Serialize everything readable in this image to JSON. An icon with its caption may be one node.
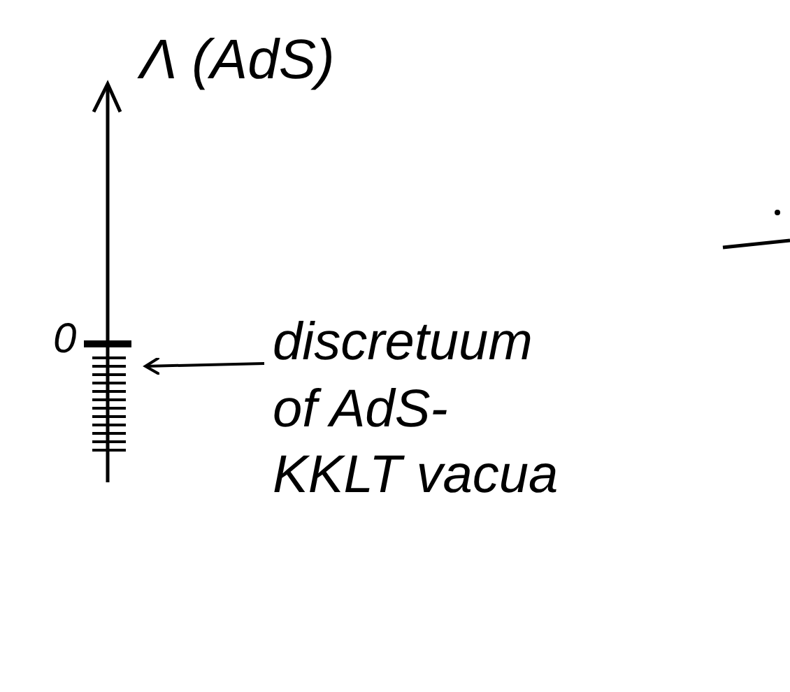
{
  "diagram": {
    "nodes": [
      {
        "text": [
          "discretuum of AdS-KKLT vacua"
        ]
      },
      {
        "text": [],
        "shape": "bar"
      }
    ],
    "edges": [
      {
        "from": 0,
        "to": 1,
        "arrow": "to"
      }
    ],
    "labels": [
      "Λ (AdS)",
      "0"
    ]
  }
}
